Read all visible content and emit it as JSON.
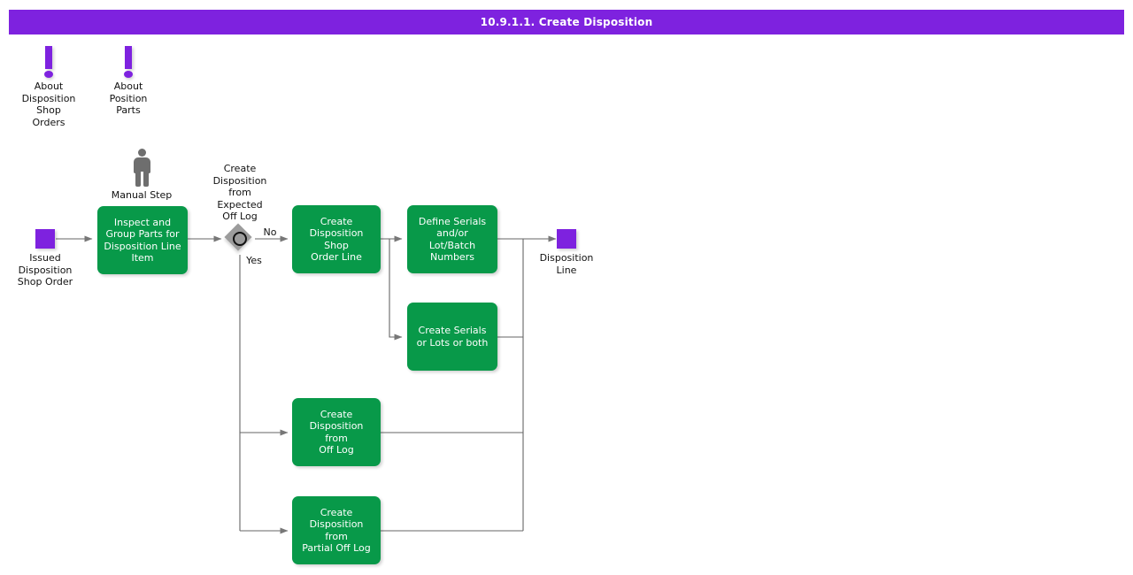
{
  "header": {
    "title": "10.9.1.1. Create Disposition",
    "bar_color": "#7E22DF",
    "text_color": "#ffffff"
  },
  "palette": {
    "task_green": "#089949",
    "data_purple": "#7E22DF",
    "gateway_gray": "#9C9C9C",
    "person_gray": "#6E6E6E",
    "connector_gray": "#666666",
    "background": "#ffffff"
  },
  "diagram": {
    "type": "flowchart",
    "info_markers": [
      {
        "id": "about-disposition-shop-orders",
        "icon": "exclamation-icon",
        "label": "About\nDisposition\nShop\nOrders"
      },
      {
        "id": "about-position-parts",
        "icon": "exclamation-icon",
        "label": "About\nPosition\nParts"
      }
    ],
    "actors": [
      {
        "id": "manual-step",
        "icon": "person-icon",
        "label": "Manual Step"
      }
    ],
    "data_objects": [
      {
        "id": "issued-disposition-shop-order",
        "label": "Issued\nDisposition\nShop Order"
      },
      {
        "id": "disposition-line",
        "label": "Disposition\nLine"
      }
    ],
    "gateways": [
      {
        "id": "expected-off-log-gateway",
        "label": "Create\nDisposition\nfrom\nExpected\nOff Log",
        "branches": [
          "No",
          "Yes"
        ]
      }
    ],
    "tasks": [
      {
        "id": "inspect-and-group-parts",
        "label": "Inspect and\nGroup Parts for\nDisposition Line\nItem"
      },
      {
        "id": "create-disposition-shop-order-line",
        "label": "Create\nDisposition Shop\nOrder Line"
      },
      {
        "id": "define-serials-lot-batch",
        "label": "Define Serials\nand/or\nLot/Batch\nNumbers"
      },
      {
        "id": "create-serials-or-lots",
        "label": "Create Serials\nor Lots or both"
      },
      {
        "id": "create-disposition-from-off-log",
        "label": "Create\nDisposition from\nOff Log"
      },
      {
        "id": "create-disposition-from-partial-off-log",
        "label": "Create\nDisposition from\nPartial Off Log"
      }
    ],
    "edge_labels": {
      "no": "No",
      "yes": "Yes"
    }
  }
}
